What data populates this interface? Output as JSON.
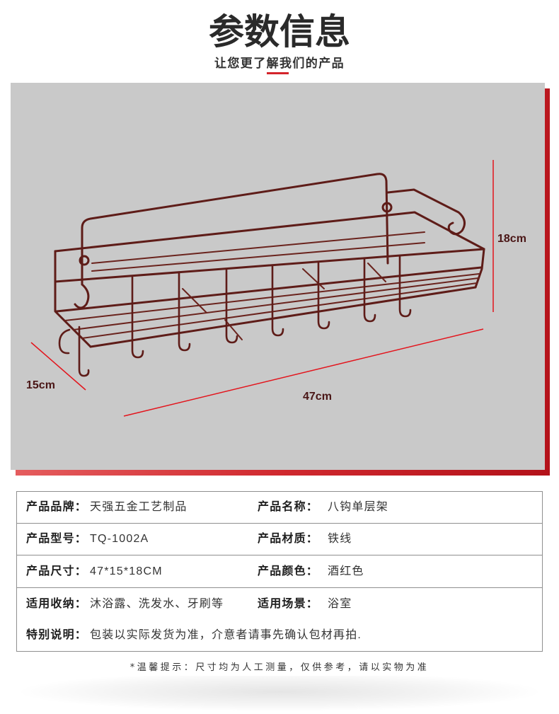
{
  "header": {
    "title": "参数信息",
    "subtitle": "让您更了解我们的产品"
  },
  "product_image": {
    "dimension_labels": {
      "height": "18cm",
      "depth": "15cm",
      "length": "47cm"
    }
  },
  "specs": {
    "rows": [
      {
        "left": {
          "label": "产品品牌：",
          "value": "天强五金工艺制品"
        },
        "right": {
          "label": "产品名称：",
          "value": "八钩单层架"
        }
      },
      {
        "left": {
          "label": "产品型号：",
          "value": "TQ-1002A"
        },
        "right": {
          "label": "产品材质：",
          "value": "铁线"
        }
      },
      {
        "left": {
          "label": "产品尺寸：",
          "value": "47*15*18CM"
        },
        "right": {
          "label": "产品颜色：",
          "value": "酒红色"
        }
      },
      {
        "left": {
          "label": "适用收纳：",
          "value": "沐浴露、洗发水、牙刷等"
        },
        "right": {
          "label": "适用场景：",
          "value": "浴室"
        }
      },
      {
        "left": {
          "label": "特别说明：",
          "value": "包装以实际发货为准，介意者请事先确认包材再拍."
        }
      }
    ]
  },
  "footer": {
    "note": "*温馨提示：尺寸均为人工测量，仅供参考，请以实物为准"
  },
  "colors": {
    "accent_red": "#d4242b",
    "panel_gray": "#c9c9c9",
    "wire_wine_red": "#5e1c18",
    "dimension_line_red": "#e3141c",
    "text_dark": "#222222"
  }
}
